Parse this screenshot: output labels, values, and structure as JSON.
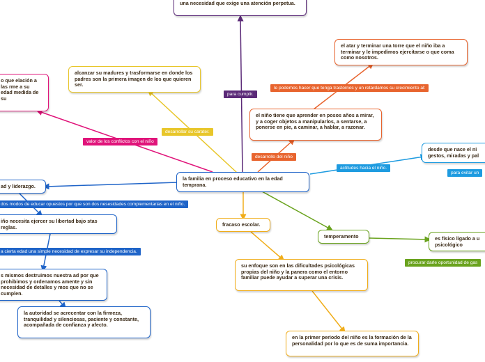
{
  "center": {
    "text": "la familia en proceso educativo en la edad temprana."
  },
  "nodes": {
    "top": "una necesidad que exige una atención perpetua.",
    "madures": "alcanzar su madures y trasformarse en donde los padres son la primera imagen de los que quieren ser.",
    "left_pink": "o que elación a las rme a su edad medida de su",
    "torre": "el atar y terminar una torre que el niño iba a terminar y le impedimos ejercitarse o que coma como nosotros.",
    "posos": "el niño tiene que aprender en posos años a mirar, y a coger objetos a manipularlos, a sentarse, a ponerse en pie, a caminar, a hablar, a razonar.",
    "gestos": "desde que nace el ni gestos, miradas y pal",
    "liderazgo": "ad y liderazgo.",
    "libertad": "iño necesita ejercer su libertad bajo stas reglas.",
    "destruimos": "s mismos destruimos nuestra ad por que prohibimos y ordenamos amente y sin necesidad de detalles y mos que no se cumplen.",
    "autoridad": "la autoridad se acrecentar con la firmeza, tranquilidad y silenciosas, paciente y constante, acompañada de confianza y afecto.",
    "fracaso": "fracaso escolar.",
    "enfoque": "su enfoque son en las dificultades psicológicas propias del niño y la panera como el entorno familiar puede ayudar a superar una crisis.",
    "primer": "en la primer periodo del niño es la formación de la personalidad por lo que es de suma importancia.",
    "temperamento": "temperamento",
    "fisico": "es físico ligado a u psicológico"
  },
  "labels": {
    "cumplir": "para cumplir.",
    "trastornos": "le podemos hacer que tenga trastornos y un retardamos su crecimiento al:",
    "caracter": "desarrollar su carater.",
    "conflictos": "valor de los conflictos con el niño",
    "desarrollo": "desarrollo del niño",
    "actitudes": "actitudes hacia el niño.",
    "evitar": "para evitar un",
    "modos": "dos modos de educar opuestos por que son dos nesesidades complementarias en el niño.",
    "expresar": "a cierta edad una simple necesidad de expresar su independencia.",
    "oportunidad": "procurar darle oportunidad de gas"
  },
  "colors": {
    "blue": "#1f64c8",
    "pink": "#e0147a",
    "purple": "#5b2a78",
    "yellow": "#e8c62a",
    "orange": "#e8642e",
    "gold": "#f0ad1a",
    "green": "#6aa31e",
    "lightblue": "#1e9be0",
    "text": "#3a2a17"
  }
}
